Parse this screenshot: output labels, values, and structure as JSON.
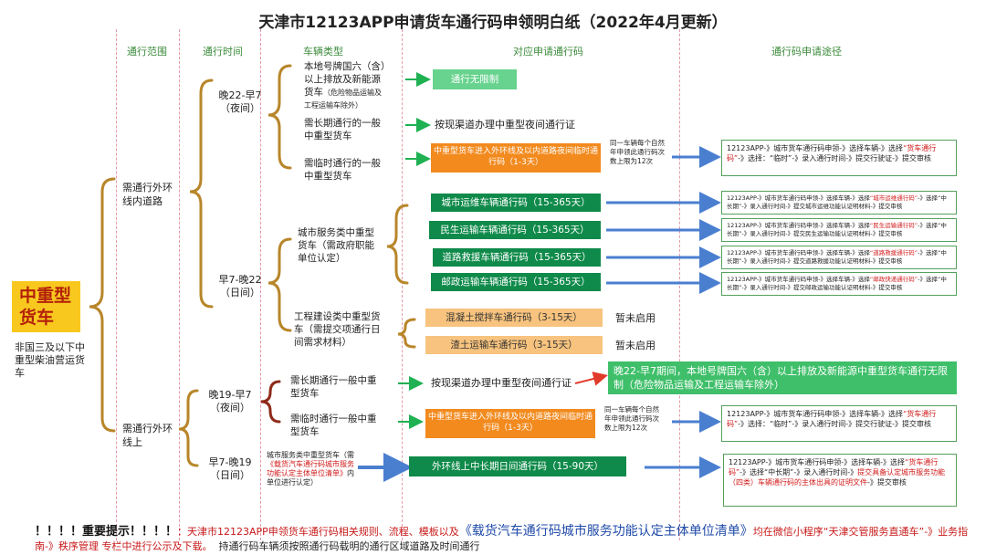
{
  "title": "天津市12123APP申请货车通行码申领明白纸（2022年4月更新）",
  "headers": {
    "range": "通行范围",
    "time": "通行时间",
    "vehicle": "车辆类型",
    "code": "对应申请通行码",
    "path": "通行码申请途径"
  },
  "main": {
    "label": "中重型货车",
    "sub": "非国三及以下中重型柴油营运货车"
  },
  "range": {
    "inner": "需通行外环线内道路",
    "outer": "需通行外环线上"
  },
  "time": {
    "night1": "晚22-早7（夜间）",
    "day1": "早7-晚22（日间）",
    "night2": "晚19-早7（夜间）",
    "day2": "早7-晚19（日间）"
  },
  "vehicle": {
    "v1": "本地号牌国六（含）以上排放及新能源货车",
    "v1_small": "（危险物品运输及工程运输车除外）",
    "v2": "需长期通行的一般中重型货车",
    "v3": "需临时通行的一般中重型货车",
    "v4": "城市服务类中重型货车（需政府职能单位认定）",
    "v5": "工程建设类中重型货车（需提交项通行日间需求材料）",
    "v6": "需长期通行一般中重型货车",
    "v7": "需临时通行一般中重型货车",
    "v8_a": "城市服务类中重型货车（需",
    "v8_red": "《载货汽车通行码城市服务功能认定主体单位清单》",
    "v8_b": "内单位进行认定）"
  },
  "codes": {
    "c1": "通行无限制",
    "c2": "按现渠道办理中重型夜间通行证",
    "c3": "中重型货车进入外环线及以内道路夜间临时通行码（1-3天）",
    "c4": "城市运维车辆通行码（15-365天）",
    "c5": "民生运输车辆通行码（15-365天）",
    "c6": "道路救援车辆通行码（15-365天）",
    "c7": "邮政运输车辆通行码（15-365天）",
    "c8": "混凝土搅拌车通行码（3-15天）",
    "c9": "渣土运输车通行码（3-15天）",
    "c10": "按现渠道办理中重型夜间通行证",
    "c11": "中重型货车进入外环线及以内道路夜间临时通行码（1-3天）",
    "c12": "外环线上中长期日间通行码（15-90天）",
    "pending1": "暂未启用",
    "pending2": "暂未启用",
    "big": "晚22-早7期间，本地号牌国六（含）以上排放及新能源中重型货车通行无限制（危险物品运输及工程运输车除外）"
  },
  "notes": {
    "n1": "同一车辆每个自然年申领此通行码次数上限为12次",
    "n2": "同一车辆每个自然年申领此通行码次数上限为12次"
  },
  "paths": {
    "p1_a": "12123APP-》城市货车通行码申领-》选择车辆-》选择",
    "p1_red": "“货车通行码”",
    "p1_b": "-》选择：“临时”-》录入通行时间-》提交行驶证-》提交审核",
    "p2_a": "12123APP-》城市货车通行码申领-》选择车辆-》选择",
    "p2_red": "“城市运维通行码”",
    "p2_b": "-》选择“中长期”-》录入通行时间-》提交城市运维功能认证明材料-》提交审核",
    "p3_a": "12123APP-》城市货车通行码申领-》选择车辆-》选择",
    "p3_red": "“民生运输通行码”",
    "p3_b": "-》选择“中长期”-》录入通行时间-》提交民生运输功能认证明材料-》提交审核",
    "p4_a": "12123APP-》城市货车通行码申领-》选择车辆-》选择",
    "p4_red": "“道路救援通行码”",
    "p4_b": "-》选择“中长期”-》录入通行时间-》提交道路救援功能认证明材料-》提交审核",
    "p5_a": "12123APP-》城市货车通行码申领-》选择车辆-》选择",
    "p5_red": "“邮政快递通行码”",
    "p5_b": "-》选择“中长期”-》录入通行时间-》提交邮政运输功能认证明材料-》提交审核",
    "p6_a": "12123APP-》城市货车通行码申领-》选择车辆-》选择",
    "p6_red": "“货车通行码”",
    "p6_b": "-》选择：“临时”-》录入通行时间-》提交行驶证-》提交审核",
    "p7_a": "12123APP-》城市货车通行码申领-》选择车辆-》选择",
    "p7_red": "“货车通行码”",
    "p7_b": "-》选择“中长期”-》录入通行时间-》",
    "p7_red2": "提交具备认定城市服务功能（四类）车辆通行码的主体出具的证明文件",
    "p7_c": "-》提交审核"
  },
  "bottom": {
    "bang": "！！！！重要提示！！！！",
    "text1": "：天津市12123APP申领货车通行码相关规则、流程、模板以及",
    "blue": "《载货汽车通行码城市服务功能认定主体单位清单》",
    "text2": "均在微信小程序“天津交管服务直通车”-》业务指南-》秩序管理 专栏中进行公示及下载。",
    "text3": "持通行码车辆须按照通行码载明的通行区域道路及时间通行"
  },
  "colors": {
    "brace": "#b8862a",
    "arrow_green": "#1fb152",
    "arrow_blue": "#4a7fd0",
    "main_bg": "#f8c81e"
  }
}
